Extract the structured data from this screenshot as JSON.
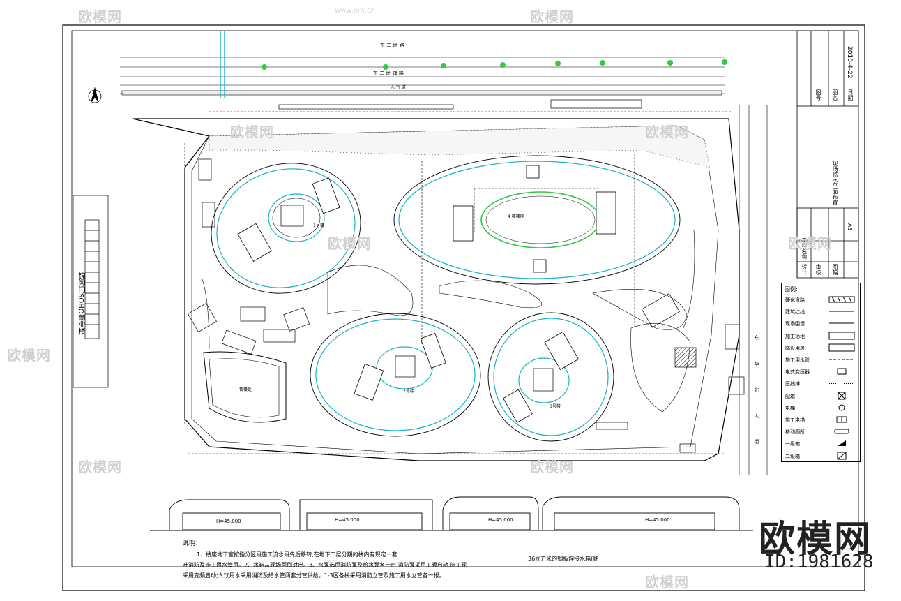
{
  "title_block": {
    "drawing_title": "现场临水平面布置",
    "date": "2010-4-22",
    "labels": {
      "fig_no": "图号",
      "fig_name": "图名",
      "date_label": "日期",
      "project_name": "工程名称",
      "design": "设计",
      "review": "审核",
      "scale": "图幅",
      "size": "A3"
    }
  },
  "legend": {
    "title": "图例:",
    "items": [
      {
        "label": "硬化道路",
        "icon": "hatched-rect-icon"
      },
      {
        "label": "建筑红线",
        "icon": "line-icon"
      },
      {
        "label": "现场围墙",
        "icon": "line-icon"
      },
      {
        "label": "加工场地",
        "icon": "rect-icon"
      },
      {
        "label": "临设用房",
        "icon": "rect-icon"
      },
      {
        "label": "施工用水管",
        "icon": "dashed-line-icon"
      },
      {
        "label": "电式变压器",
        "icon": "small-rect-icon"
      },
      {
        "label": "压线排",
        "icon": "dotted-line-icon"
      },
      {
        "label": "配箱",
        "icon": "box-x-icon"
      },
      {
        "label": "电梯",
        "icon": "circle-icon"
      },
      {
        "label": "施工电梯",
        "icon": "elevator-icon"
      },
      {
        "label": "移动厕所",
        "icon": "toilet-icon"
      },
      {
        "label": "一级箱",
        "icon": "triangle-icon"
      },
      {
        "label": "二级箱",
        "icon": "box-diag-icon"
      }
    ]
  },
  "notes": {
    "heading": "说明：",
    "line1": "1、楼座地下室按指分区段施工流水段先后移转,在地下二层分期的楼内有规定一套",
    "line2": "叶消防及施工用水管用。2、水箱从现场面倒对出。3、水泵选用消防泵及给水泵各一台,消防泵采用工频启动,施工现",
    "line3": "采用变频启动;人饮用水采用消防及给水管两套分管供给。1-3区各楼采用消防立管及施工用水立管各一根。",
    "side_note": "36立方米的钢板焊接水箱(临"
  },
  "plan_labels": {
    "road_top": "东 二 环 路",
    "road_mid": "东 二 环 辅 路",
    "road_sidewalk": "人 行 道",
    "left_building": "锦阁门SOHO商业楼",
    "building1": "1号楼",
    "building2": "2号楼",
    "building3": "3号楼",
    "building4": "4 楼楼座",
    "arena": "售楼处",
    "section1": "H=45.000",
    "section2": "H=45.000",
    "section3": "H=45.000",
    "section4": "H=45.000",
    "right_road": "东 华 北 大 街"
  },
  "watermark": {
    "brand": "欧模网",
    "site": "www.om.cn",
    "id": "ID:1981628"
  }
}
